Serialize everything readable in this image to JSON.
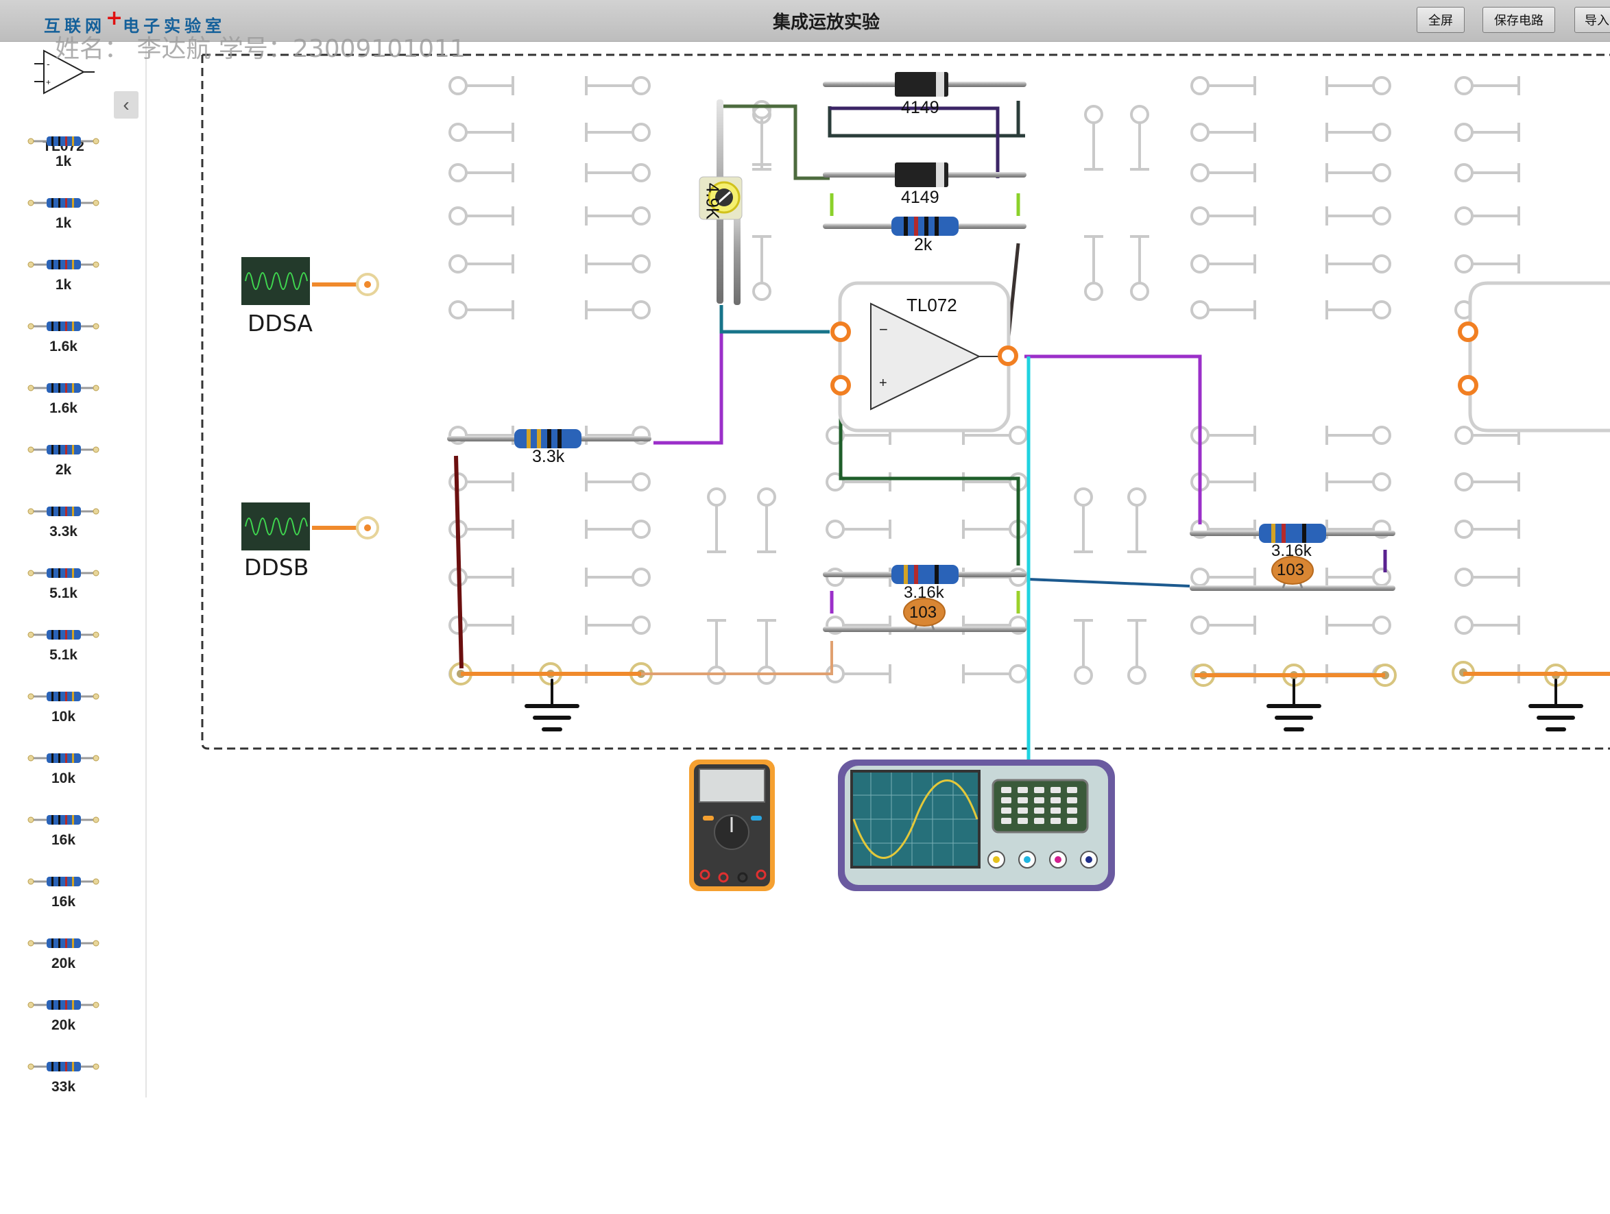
{
  "header": {
    "logo_main": "互联网",
    "logo_plus": "+",
    "logo_sub": "电子实验室",
    "title": "集成运放实验",
    "buttons": {
      "fullscreen": "全屏",
      "save": "保存电路",
      "import": "导入"
    }
  },
  "student_info": "姓名： 李达航 学号：23009101011",
  "sidebar": {
    "opamp_label": "TL072",
    "collapse_icon": "chevron-left-icon",
    "resistors": [
      "1k",
      "1k",
      "1k",
      "1.6k",
      "1.6k",
      "2k",
      "3.3k",
      "5.1k",
      "5.1k",
      "10k",
      "10k",
      "16k",
      "16k",
      "20k",
      "20k",
      "33k"
    ]
  },
  "circuit": {
    "generators": [
      "DDSA",
      "DDSB"
    ],
    "opamp1_label": "TL072",
    "diode_top": "4149",
    "diode_mid": "4149",
    "r_feedback": "2k",
    "pot_label": "4.9K",
    "r_input": "3.3k",
    "r_bottom": "3.16k",
    "cap_bottom": "103",
    "r_right": "3.16k",
    "cap_right": "103"
  },
  "colors": {
    "wire_orange": "#f08a2c",
    "wire_purple": "#9b2fc9",
    "wire_cyan": "#1fd3e0",
    "wire_teal": "#17748a",
    "wire_darkred": "#6b0f0f",
    "wire_darkgreen": "#1f5e2a",
    "terminal_orange": "#f17f22",
    "header_blue": "#14609a"
  },
  "instruments": {
    "multimeter": "multimeter-icon",
    "oscilloscope": "oscilloscope-icon"
  }
}
